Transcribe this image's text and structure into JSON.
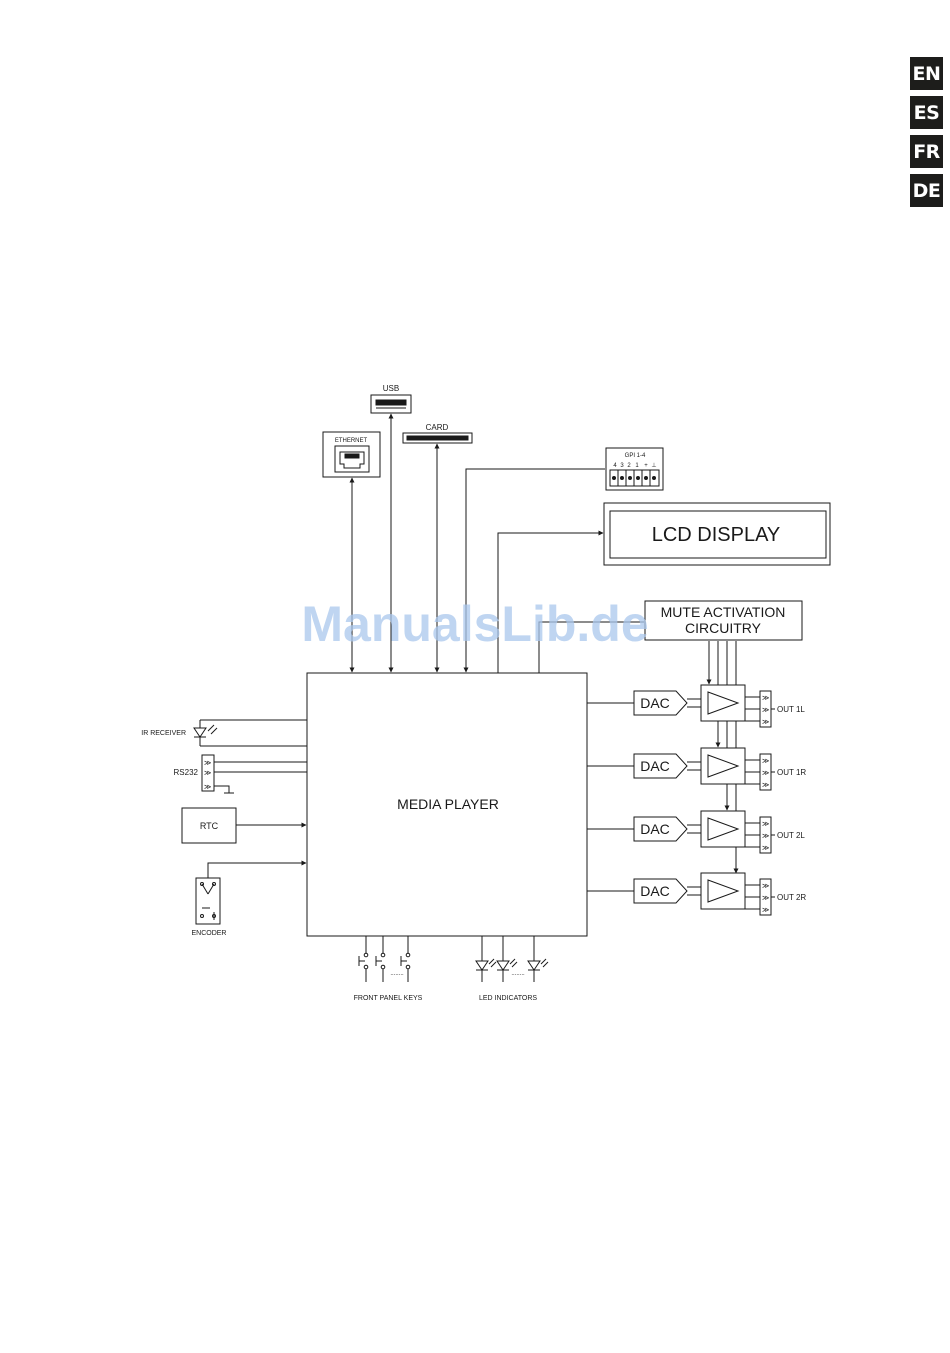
{
  "languages": [
    "EN",
    "ES",
    "FR",
    "DE"
  ],
  "watermark": "ManualsLib.de",
  "diagram": {
    "usb": "USB",
    "card": "CARD",
    "ethernet": "ETHERNET",
    "gpi": {
      "title": "GPI 1-4",
      "pins": [
        "4",
        "3",
        "2",
        "1",
        "+",
        "⊥"
      ]
    },
    "lcd": "LCD DISPLAY",
    "mute_line1": "MUTE ACTIVATION",
    "mute_line2": "CIRCUITRY",
    "media_player": "MEDIA PLAYER",
    "ir_receiver": "IR RECEIVER",
    "rs232": "RS232",
    "rtc": "RTC",
    "encoder": "ENCODER",
    "dac_label": "DAC",
    "outputs": [
      "OUT 1L",
      "OUT 1R",
      "OUT 2L",
      "OUT 2R"
    ],
    "front_panel_keys": "FRONT PANEL KEYS",
    "led_indicators": "LED INDICATORS",
    "ellipsis": "........"
  }
}
